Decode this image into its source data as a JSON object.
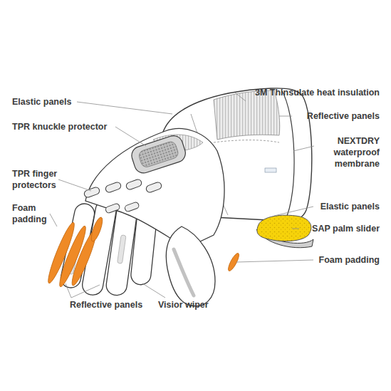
{
  "diagram": {
    "labels": [
      "3M Thinsulate heat insulation",
      "Elastic panels",
      "Reflective panels",
      "TPR knuckle protector",
      "NEXTDRY waterproof membrane",
      "TPR finger protectors",
      "Elastic panels",
      "Foam padding",
      "SAP palm slider",
      "Foam padding",
      "Reflective panels",
      "Visior wiper"
    ]
  }
}
